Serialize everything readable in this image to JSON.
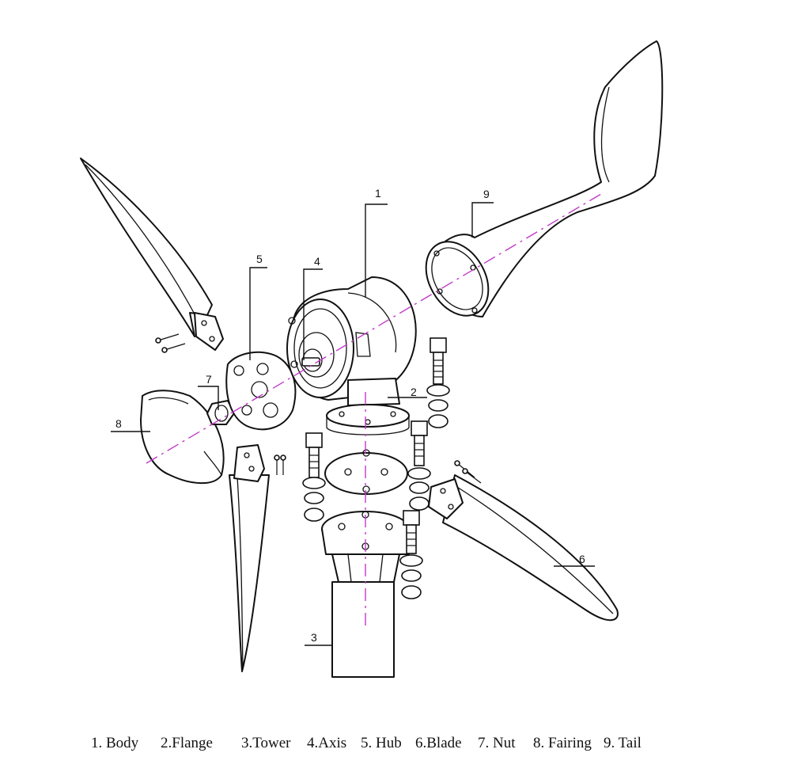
{
  "callouts": {
    "c1": "1",
    "c2": "2",
    "c3": "3",
    "c4": "4",
    "c5": "5",
    "c6": "6",
    "c7": "7",
    "c8": "8",
    "c9": "9"
  },
  "legend": [
    "1. Body",
    "2.Flange",
    "3.Tower",
    "4.Axis",
    "5. Hub",
    "6.Blade",
    "7. Nut",
    "8. Fairing",
    "9. Tail"
  ],
  "colors": {
    "line": "#111111",
    "axis": "#c23ac8",
    "background": "#ffffff"
  }
}
